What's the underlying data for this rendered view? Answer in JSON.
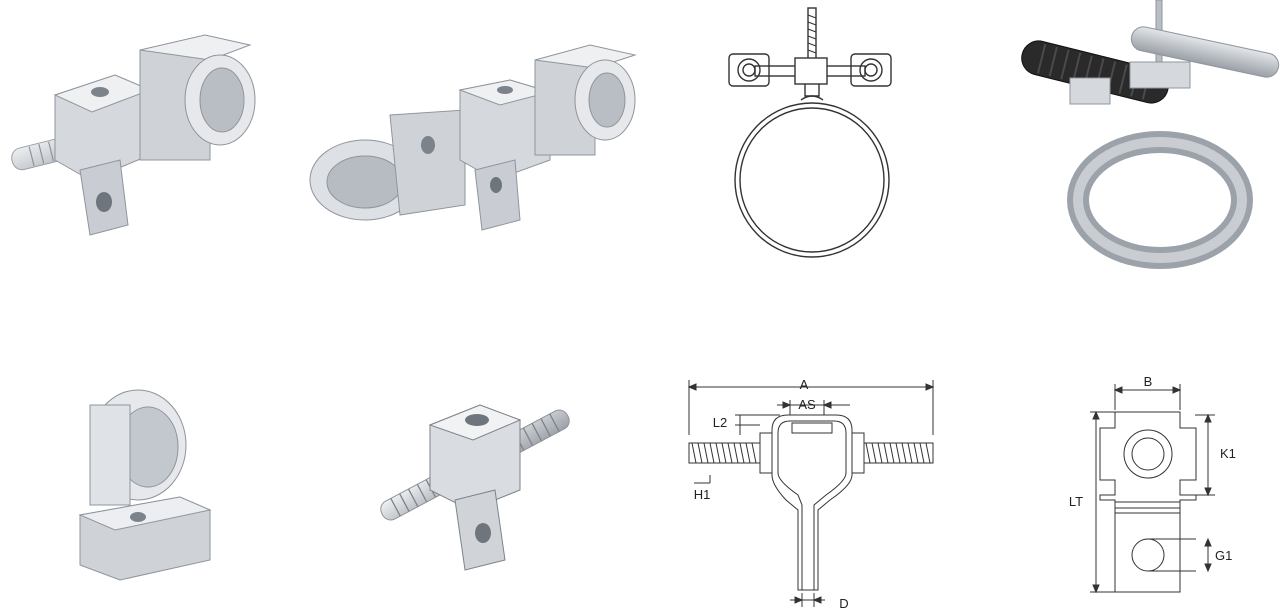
{
  "diagram_bracket": {
    "dim_a": "A",
    "dim_as": "AS",
    "dim_l2": "L2",
    "dim_h1": "H1",
    "dim_d": "D"
  },
  "diagram_clip": {
    "dim_b": "B",
    "dim_k1": "K1",
    "dim_lt": "LT",
    "dim_g1": "G1"
  },
  "colors": {
    "metal_light": "#dfe2e6",
    "metal_mid": "#b9bec5",
    "metal_dark": "#8f959c",
    "insulation": "#2a2a2a",
    "line": "#333333"
  }
}
